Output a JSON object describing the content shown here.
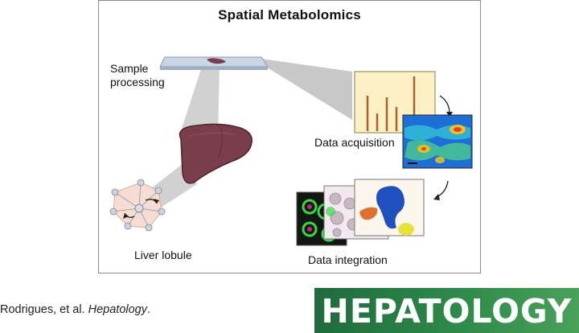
{
  "figure": {
    "title": "Spatial Metabolomics",
    "labels": {
      "sample_processing": "Sample processing",
      "data_acquisition": "Data acquisition",
      "liver_lobule": "Liver lobule",
      "data_integration": "Data integration"
    }
  },
  "citation": {
    "authors": "Rodrigues, et al.",
    "journal": "Hepatology"
  },
  "logo": {
    "text": "HEPATOLOGY"
  },
  "colors": {
    "liver": "#7a3d4c",
    "spectrum_bg": "#fbf1c4",
    "spectrum_peaks": "#a9622a",
    "logo_green": "#2e8a4a"
  }
}
